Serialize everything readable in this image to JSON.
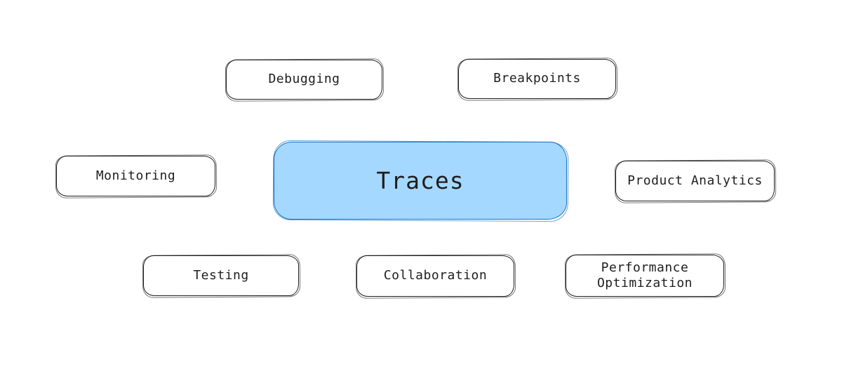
{
  "diagram": {
    "background_color": "#ffffff",
    "text_color": "#1e1e1e",
    "node_stroke_color": "#1e1e1e",
    "node_fill_color": "#ffffff",
    "center_node": {
      "label": "Traces",
      "fill_color": "#a5d8ff",
      "stroke_color": "#1971c2"
    },
    "nodes": [
      {
        "id": "debugging",
        "label": "Debugging"
      },
      {
        "id": "breakpoints",
        "label": "Breakpoints"
      },
      {
        "id": "monitoring",
        "label": "Monitoring"
      },
      {
        "id": "product-analytics",
        "label": "Product Analytics"
      },
      {
        "id": "testing",
        "label": "Testing"
      },
      {
        "id": "collaboration",
        "label": "Collaboration"
      },
      {
        "id": "performance-optimization",
        "label": "Performance Optimization"
      }
    ]
  }
}
